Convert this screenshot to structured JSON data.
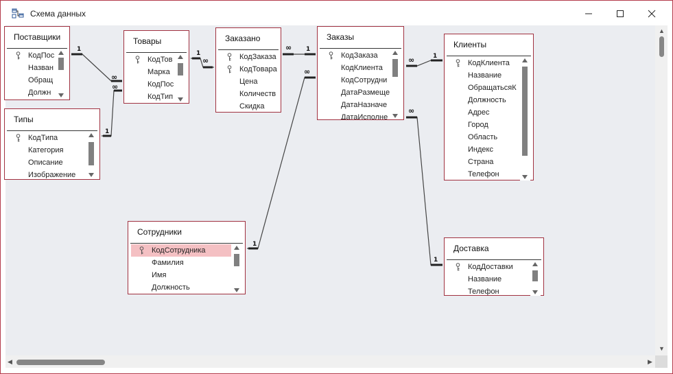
{
  "window": {
    "title": "Схема данных"
  },
  "icons": {
    "app": "relationships-diagram-icon",
    "minimize": "minimize-icon",
    "maximize": "maximize-icon",
    "close": "close-icon",
    "key": "primary-key-icon"
  },
  "colors": {
    "border": "#a0303f",
    "selected_row": "#f4c0c3",
    "canvas": "#ebedf1"
  },
  "tables": {
    "suppliers": {
      "title": "Поставщики",
      "fields": [
        "КодПос",
        "Назван",
        "Обращ",
        "Должн"
      ],
      "key_fields": [
        0
      ]
    },
    "types": {
      "title": "Типы",
      "fields": [
        "КодТипа",
        "Категория",
        "Описание",
        "Изображение"
      ],
      "key_fields": [
        0
      ]
    },
    "goods": {
      "title": "Товары",
      "fields": [
        "КодТов",
        "Марка",
        "КодПос",
        "КодТип"
      ],
      "key_fields": [
        0
      ]
    },
    "ordered": {
      "title": "Заказано",
      "fields": [
        "КодЗаказа",
        "КодТовара",
        "Цена",
        "Количеств",
        "Скидка"
      ],
      "key_fields": [
        0,
        1
      ]
    },
    "orders": {
      "title": "Заказы",
      "fields": [
        "КодЗаказа",
        "КодКлиента",
        "КодСотрудни",
        "ДатаРазмеще",
        "ДатаНазначе",
        "ДатаИсполне"
      ],
      "key_fields": [
        0
      ]
    },
    "clients": {
      "title": "Клиенты",
      "fields": [
        "КодКлиента",
        "Название",
        "ОбращатьсяК",
        "Должность",
        "Адрес",
        "Город",
        "Область",
        "Индекс",
        "Страна",
        "Телефон"
      ],
      "key_fields": [
        0
      ]
    },
    "employees": {
      "title": "Сотрудники",
      "fields": [
        "КодСотрудника",
        "Фамилия",
        "Имя",
        "Должность"
      ],
      "key_fields": [
        0
      ],
      "selected": 0
    },
    "delivery": {
      "title": "Доставка",
      "fields": [
        "КодДоставки",
        "Название",
        "Телефон"
      ],
      "key_fields": [
        0
      ]
    }
  },
  "relations": {
    "one_label": "1",
    "many_label": "∞"
  }
}
